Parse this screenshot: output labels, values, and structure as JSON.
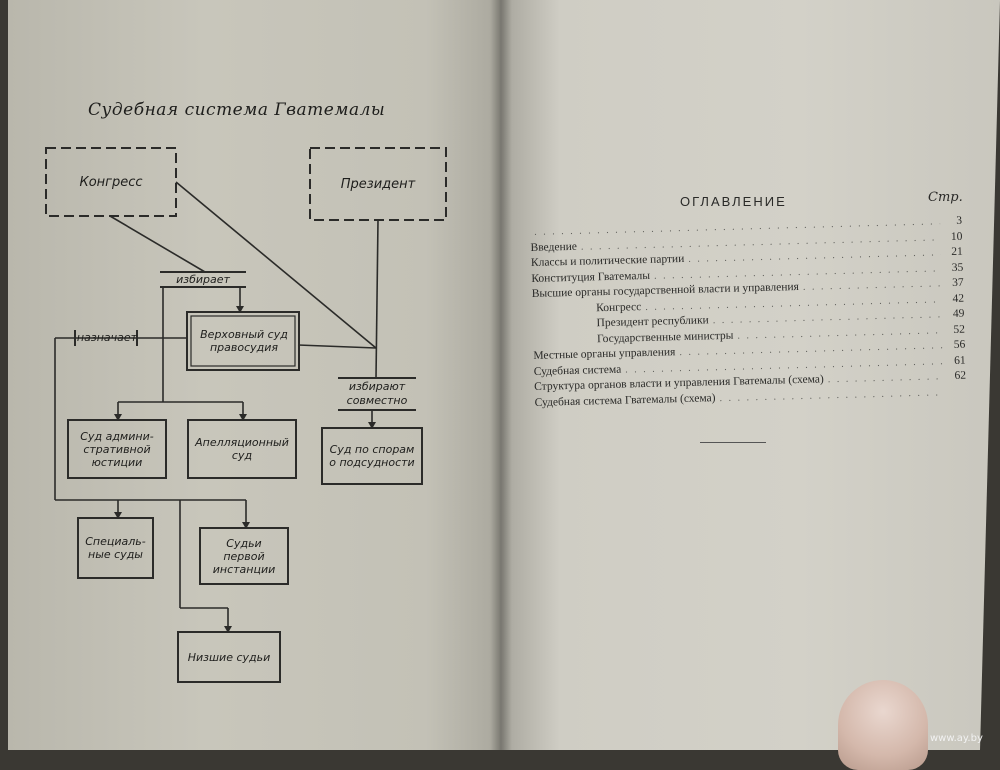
{
  "left_page": {
    "title": "Судебная система Гватемалы",
    "nodes": {
      "congress": "Конгресс",
      "president": "Президент",
      "supreme_court": "Верховный суд правосудия",
      "admin_court": "Суд админи-стративной юстиции",
      "appeals_court": "Апелляционный суд",
      "jurisdiction_court": "Суд по спорам о подсудности",
      "special_courts": "Специаль-ные суды",
      "first_instance": "Судьи первой инстанции",
      "lower_judges": "Низшие судьи"
    },
    "edges": {
      "elects": "избирает",
      "appoints": "назначает",
      "elect_jointly": "избирают совместно"
    }
  },
  "right_page": {
    "toc_title": "ОГЛАВЛЕНИЕ",
    "page_header": "Стр.",
    "toc": [
      {
        "title": "",
        "page": "3",
        "indent": false
      },
      {
        "title": "Введение",
        "page": "10",
        "indent": false
      },
      {
        "title": "Классы и политические партии",
        "page": "21",
        "indent": false
      },
      {
        "title": "Конституция Гватемалы",
        "page": "35",
        "indent": false
      },
      {
        "title": "Высшие органы государственной власти и управления",
        "page": "37",
        "indent": false
      },
      {
        "title": "Конгресс",
        "page": "42",
        "indent": true
      },
      {
        "title": "Президент республики",
        "page": "49",
        "indent": true
      },
      {
        "title": "Государственные министры",
        "page": "52",
        "indent": true
      },
      {
        "title": "Местные органы управления",
        "page": "56",
        "indent": false
      },
      {
        "title": "Судебная система",
        "page": "61",
        "indent": false
      },
      {
        "title": "Структура органов власти и управления Гватемалы (схема)",
        "page": "62",
        "indent": false
      },
      {
        "title": "Судебная система Гватемалы (схема)",
        "page": "",
        "indent": false
      }
    ]
  },
  "watermark": "www.ay.by"
}
